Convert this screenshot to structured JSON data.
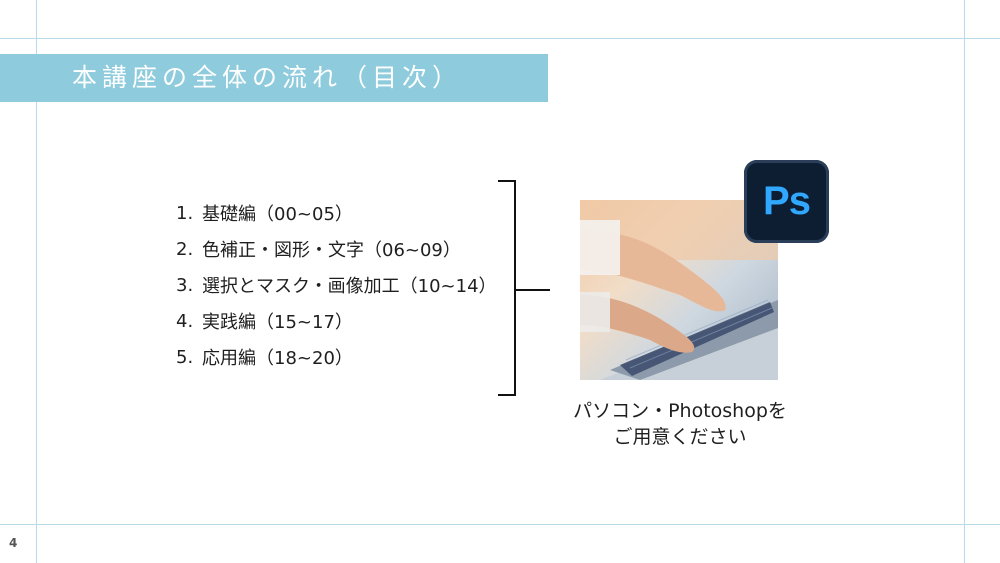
{
  "slide": {
    "title": "本講座の全体の流れ（目次）",
    "page_number": "4"
  },
  "toc": {
    "items": [
      {
        "num": "1.",
        "label": "基礎編（00~05）"
      },
      {
        "num": "2.",
        "label": "色補正・図形・文字（06~09）"
      },
      {
        "num": "3.",
        "label": "選択とマスク・画像加工（10~14）"
      },
      {
        "num": "4.",
        "label": "実践編（15~17）"
      },
      {
        "num": "5.",
        "label": "応用編（18~20）"
      }
    ]
  },
  "requirements": {
    "icon_text": "Ps",
    "caption_line1": "パソコン・Photoshopを",
    "caption_line2": "ご用意ください"
  },
  "colors": {
    "title_band": "#8ecbdc",
    "ps_background": "#0d1e33",
    "ps_letters": "#30a8ff",
    "guide_lines": "#b9dbe8"
  },
  "icons": {
    "app_icon": "photoshop-icon",
    "photo": "laptop-typing-photo"
  }
}
